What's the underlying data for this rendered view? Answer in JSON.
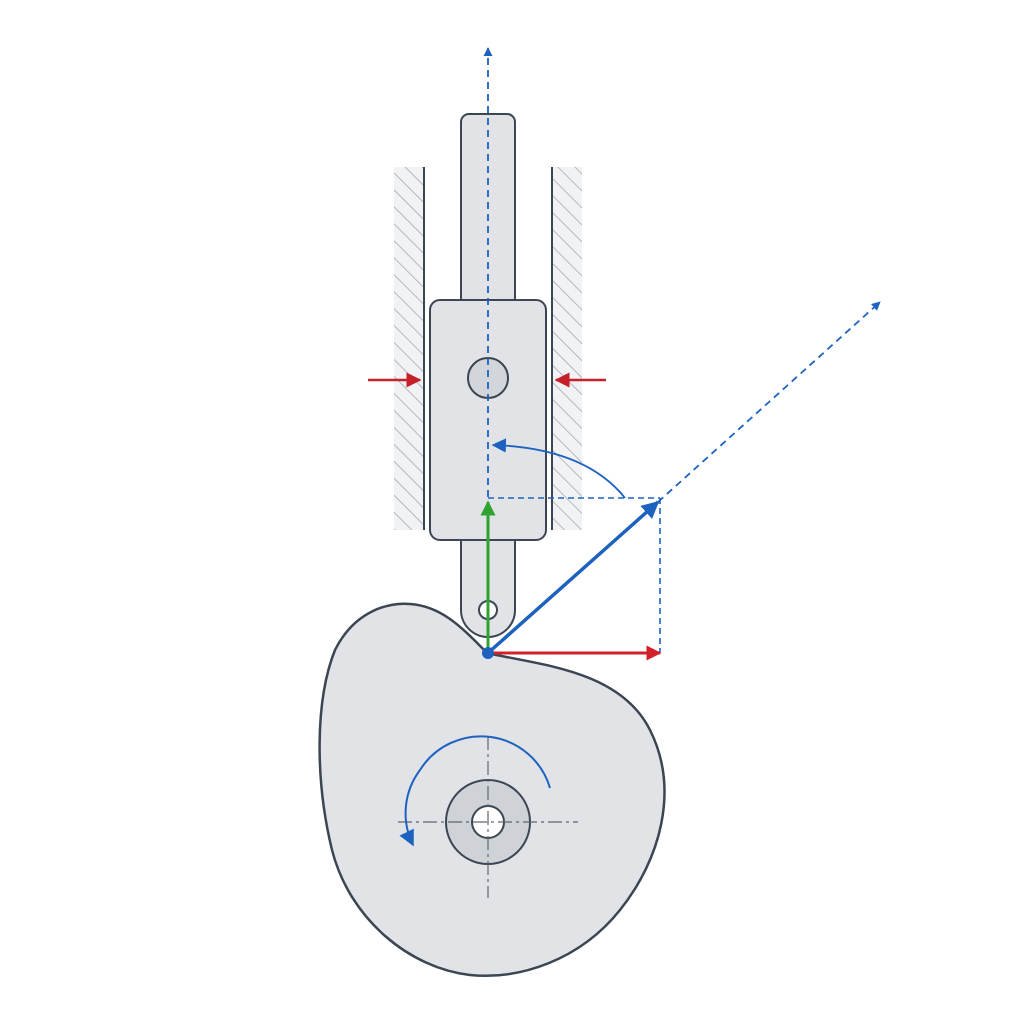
{
  "diagram": {
    "kind": "cam-follower force diagram",
    "colors": {
      "background": "#ffffff",
      "outline": "#3c4552",
      "part_fill": "#e1e3e7",
      "guide_hatch": "#a0a6ae",
      "centerline_gray": "#5f6670",
      "axis_blue": "#1e62c0",
      "normal_force": "#1e62c0",
      "vertical_component": "#2fa22f",
      "horizontal_component": "#d3212a",
      "reaction_force": "#c8202b"
    },
    "parts": {
      "cam": {
        "label": "",
        "icon": "cam-profile"
      },
      "follower": {
        "label": "",
        "icon": "follower-rod"
      },
      "guide": {
        "label": "",
        "icon": "hatched-guide-walls"
      },
      "roller_pin": {
        "label": "",
        "icon": "pin-circle"
      }
    },
    "forces": {
      "normal_force": {
        "label": ""
      },
      "vertical_component": {
        "label": ""
      },
      "horizontal_component": {
        "label": ""
      },
      "left_reaction": {
        "label": ""
      },
      "right_reaction": {
        "label": ""
      }
    },
    "annotations": {
      "pressure_angle": {
        "label": ""
      },
      "cam_rotation": {
        "label": "",
        "icon": "rotation-arrow-ccw"
      }
    }
  }
}
